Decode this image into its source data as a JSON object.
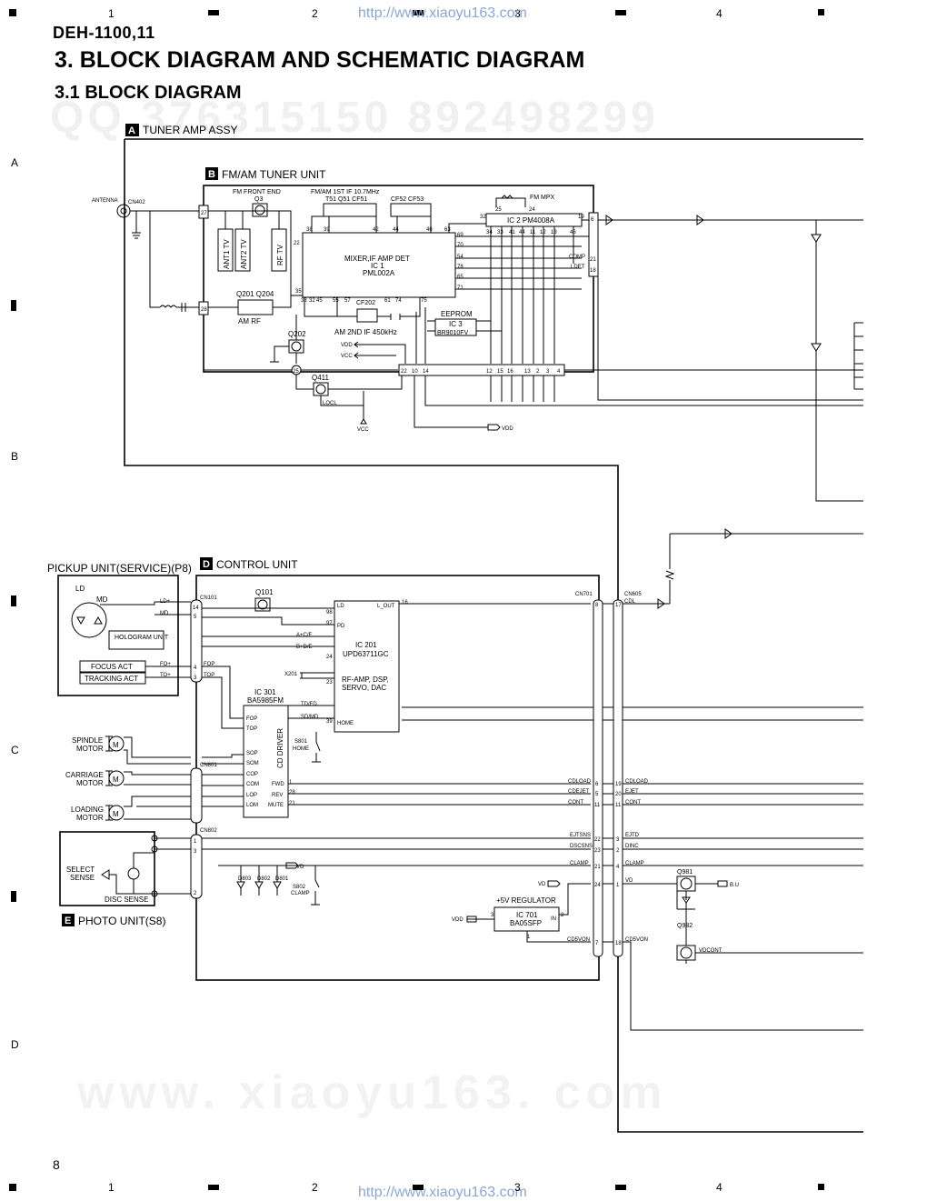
{
  "header": {
    "model": "DEH-1100,11",
    "title": "3. BLOCK DIAGRAM AND SCHEMATIC DIAGRAM",
    "subtitle": "3.1 BLOCK DIAGRAM",
    "page_number": "8"
  },
  "grid": {
    "columns": [
      "1",
      "2",
      "3",
      "4"
    ],
    "rows": [
      "A",
      "B",
      "C",
      "D"
    ]
  },
  "watermark": {
    "url": "http://www.xiaoyu163.com",
    "big_text": "www. xiaoyu163. com",
    "qq_text": "QQ 376315150   892498299"
  },
  "tuner_amp": {
    "tag": "A",
    "name": "TUNER AMP ASSY"
  },
  "tuner_unit": {
    "tag": "B",
    "name": "FM/AM TUNER UNIT",
    "antenna": "ANTENNA",
    "cn402": "CN402",
    "fm_front_end": "FM FRONT END",
    "q3": "Q3",
    "if_label": "FM/AM 1ST IF 10.7MHz",
    "t51": "T51 Q51 CF51",
    "cf52": "CF52 CF53",
    "fm_mpx": "FM MPX",
    "ic2": "IC 2 PM4008A",
    "ant1": "ANT1 TV",
    "ant2": "ANT2 TV",
    "rftv": "RF TV",
    "ic1_line1": "MIXER,IF AMP DET",
    "ic1_line2": "IC 1",
    "ic1_line3": "PML002A",
    "q201": "Q201 Q204",
    "am_rf": "AM RF",
    "cf202": "CF202",
    "am2nd": "AM 2ND IF 450kHz",
    "eeprom": "EEPROM",
    "ic3": "IC 3",
    "ic3_part": "BR9010FV",
    "q202": "Q202",
    "q411": "Q411",
    "vdd": "VDD",
    "vcc": "VCC",
    "locl": "LOCL",
    "comp": "COMP",
    "ldet": "LDET"
  },
  "pickup": {
    "name": "PICKUP UNIT(SERVICE)(P8)",
    "ld": "LD",
    "md": "MD",
    "hologram": "HOLOGRAM UNIT",
    "focus": "FOCUS ACT",
    "tracking": "TRACKING ACT"
  },
  "control": {
    "tag": "D",
    "name": "CONTROL UNIT",
    "q101": "Q101",
    "cn101": "CN101",
    "cn701": "CN701",
    "cn605": "CN605",
    "ic201": "IC 201",
    "ic201_part": "UPD63711GC",
    "ic201_func": "RF-AMP, DSP,",
    "ic201_func2": "SERVO, DAC",
    "ic301": "IC 301",
    "ic301_part": "BA5985FM",
    "cd_driver": "CD DRIVER",
    "x201": "X201",
    "s801": "S801",
    "home": "HOME",
    "cn801": "CN801",
    "cn802": "CN802",
    "reg": "+5V REGULATOR",
    "ic701": "IC 701",
    "ic701_part": "BA05SFP",
    "q981": "Q981",
    "q982": "Q982",
    "bu": "B.U",
    "vdcont": "VDCONT",
    "cd5von": "CD5VON",
    "s802": "S802",
    "clamp": "CLAMP"
  },
  "motors": {
    "spindle": "SPINDLE MOTOR",
    "carriage": "CARRIAGE MOTOR",
    "loading": "LOADING MOTOR"
  },
  "photo": {
    "tag": "E",
    "name": "PHOTO UNIT(S8)",
    "select": "SELECT SENSE",
    "disc": "DISC SENSE"
  },
  "signals": {
    "cdload": "CDLOAD",
    "cdejet": "CDEJET",
    "cont": "CONT",
    "ejtsns": "EJTSNS",
    "dscsns": "DSCSNS",
    "clamp": "CLAMP",
    "ejet": "EJET",
    "ejtd": "EJTD",
    "dinc": "DINC",
    "cdl": "CDL"
  }
}
